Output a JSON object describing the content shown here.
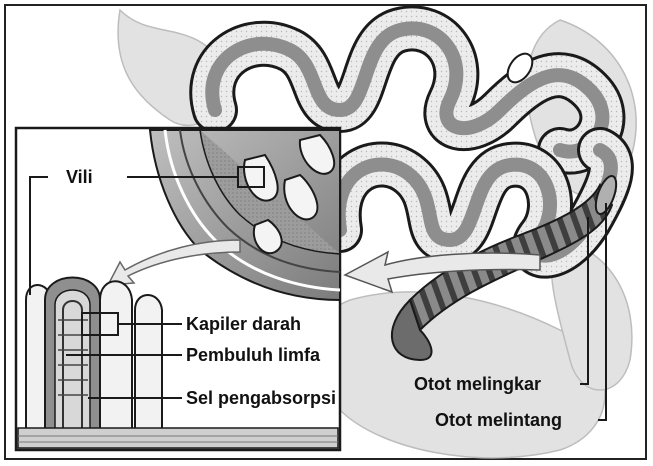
{
  "labels": {
    "vili": "Vili",
    "kapiler_darah": "Kapiler darah",
    "pembuluh_limfa": "Pembuluh limfa",
    "sel_pengabsorpsi": "Sel pengabsorpsi",
    "otot_melingkar": "Otot melingkar",
    "otot_melintang": "Otot melintang"
  },
  "colors": {
    "outline": "#1a1a1a",
    "intestine_light": "#cfcfcf",
    "intestine_mid": "#9a9a9a",
    "intestine_dark": "#5a5a5a",
    "background_organs": "#e6e6e6"
  }
}
